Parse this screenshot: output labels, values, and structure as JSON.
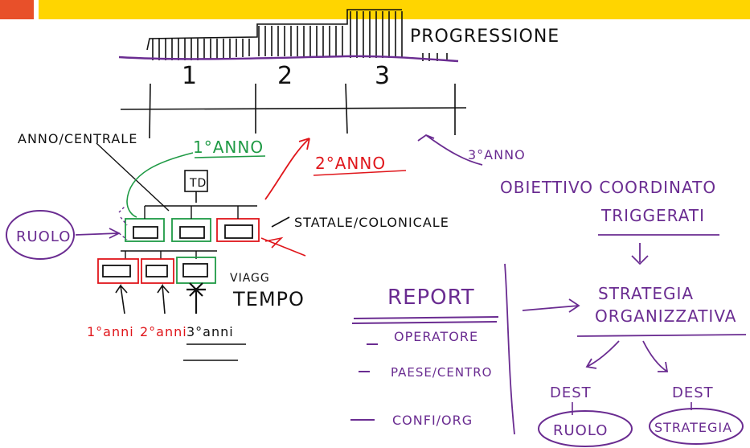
{
  "colors": {
    "header_orange": "#e8502a",
    "header_yellow": "#ffd500",
    "ink_black": "#111111",
    "ink_purple": "#6a2c91",
    "ink_red": "#e0161b",
    "ink_green": "#1f9a45"
  },
  "timeline": {
    "label": "PROGRESSIONE",
    "years": [
      "1",
      "2",
      "3"
    ]
  },
  "left": {
    "annual_label": "ANNO/CENTRALE",
    "year1": "1°ANNO",
    "year2": "2°ANNO",
    "box_label": "TD",
    "stacked_label": "STATALE/COLONICALE",
    "temp_label": "TEMPO",
    "small_label": "VIAGG",
    "bottom_labels": [
      "1°anni",
      "2°anni",
      "3°anni"
    ],
    "ruolo_left": "RUOLO"
  },
  "right": {
    "year3": "3°ANNO",
    "line1": "OBIETTIVO COORDINATO",
    "line2": "TRIGGERATI",
    "report_title": "REPORT",
    "items": [
      "OPERATORE",
      "PAESE/CENTRO",
      "CONFI/ORG"
    ],
    "strategy_1": "STRATEGIA",
    "strategy_2": "ORGANIZZATIVA",
    "dest_a": "DEST",
    "dest_b": "DEST",
    "ruolo_right": "RUOLO",
    "strategia_circle": "STRATEGIA"
  }
}
